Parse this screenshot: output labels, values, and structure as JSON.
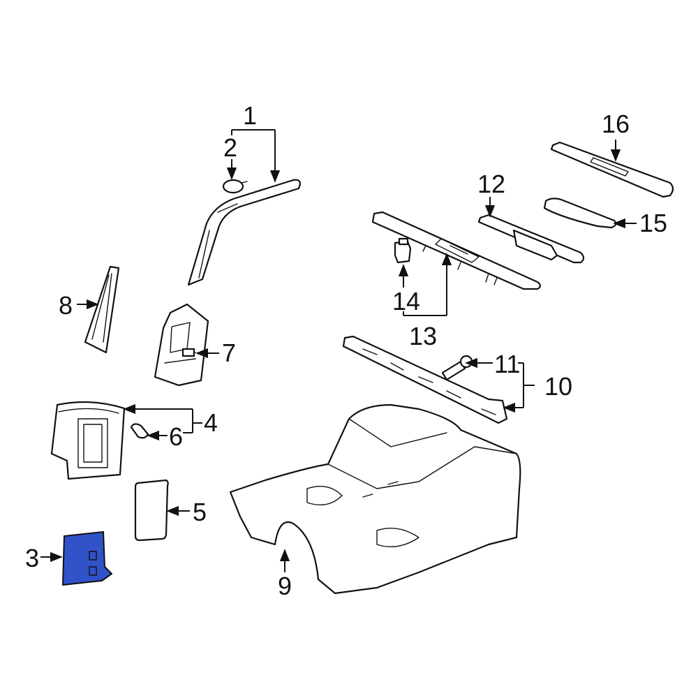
{
  "labels": {
    "l1": "1",
    "l2": "2",
    "l3": "3",
    "l4": "4",
    "l5": "5",
    "l6": "6",
    "l7": "7",
    "l8": "8",
    "l9": "9",
    "l10": "10",
    "l11": "11",
    "l12": "12",
    "l13": "13",
    "l14": "14",
    "l15": "15",
    "l16": "16"
  },
  "colors": {
    "highlight": "#3152c8",
    "line": "#111111",
    "background": "#ffffff"
  }
}
